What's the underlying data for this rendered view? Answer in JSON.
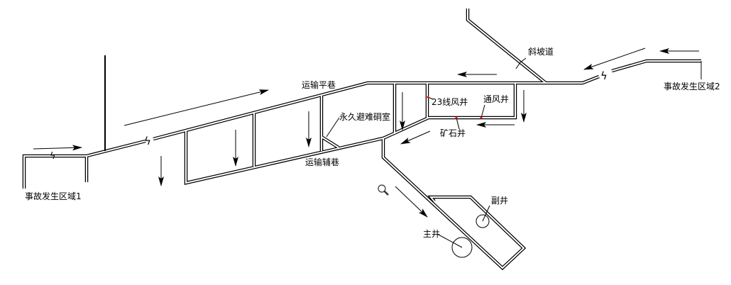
{
  "labels": {
    "main_haulage": "运输平巷",
    "aux_haulage": "运输辅巷",
    "refuge_chamber": "永久避难硐室",
    "ramp": "斜坡道",
    "vent_shaft_23": "23线风井",
    "vent_shaft": "通风井",
    "ore_pass": "矿石井",
    "auxiliary_shaft": "副井",
    "main_shaft": "主井",
    "accident_zone_1": "事故发生区域1",
    "accident_zone_2": "事故发生区域2"
  },
  "colors": {
    "line": "#000000",
    "marker": "#ff0000",
    "background": "#ffffff"
  },
  "icons": {
    "zoom": "magnifier-icon",
    "break": "break-symbol-icon"
  }
}
